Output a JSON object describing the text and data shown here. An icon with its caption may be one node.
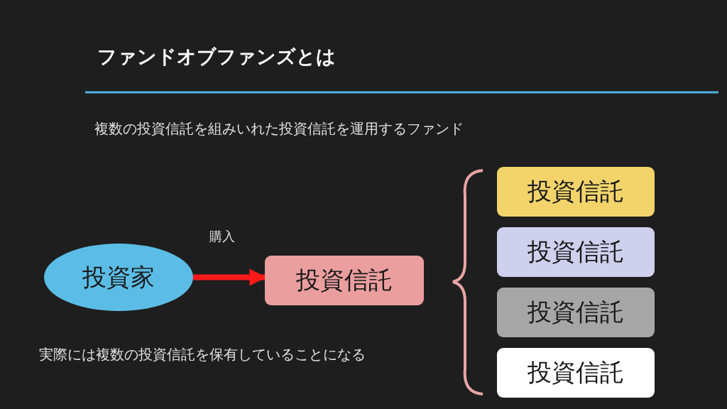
{
  "diagram": {
    "title": "ファンドオブファンズとは",
    "nodes": [
      {
        "text": [
          "投資家"
        ]
      },
      {
        "text": [
          "投資信託"
        ]
      },
      {
        "text": [
          "投資信託"
        ]
      },
      {
        "text": [
          "投資信託"
        ]
      },
      {
        "text": [
          "投資信託"
        ]
      },
      {
        "text": [
          "投資信託"
        ]
      }
    ],
    "edges": [
      {
        "from": 0,
        "to": 1,
        "arrow": "to",
        "label": "購入"
      }
    ],
    "labels": [
      "複数の投資信託を組みいれた投資信託を運用するファンド",
      "実際には複数の投資信託を保有していることになる"
    ]
  }
}
